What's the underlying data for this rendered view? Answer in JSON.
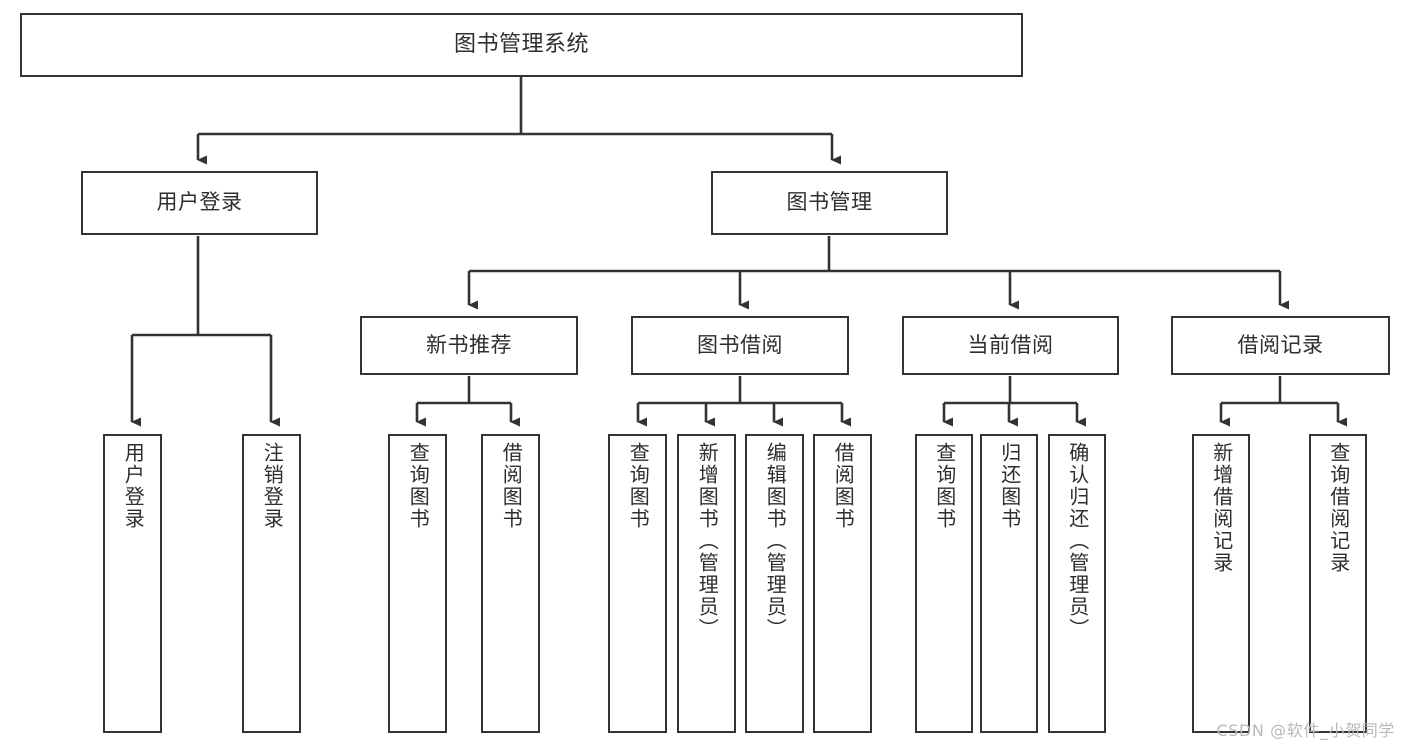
{
  "diagram": {
    "type": "tree-hierarchy-chart",
    "title": "图书管理系统",
    "orientation": "top-down",
    "colors": {
      "background": "#ffffff",
      "box_border": "#333333",
      "box_fill": "#ffffff",
      "text": "#2e2e2e",
      "connector": "#333333",
      "watermark": "#b9b9b9"
    },
    "watermark": "CSDN @软件_小贺同学",
    "root": {
      "label": "图书管理系统"
    },
    "level2": [
      {
        "id": "user-login",
        "label": "用户登录"
      },
      {
        "id": "book-manage",
        "label": "图书管理"
      }
    ],
    "level3": [
      {
        "id": "new-book-recommend",
        "label": "新书推荐",
        "parent": "book-manage"
      },
      {
        "id": "book-borrow",
        "label": "图书借阅",
        "parent": "book-manage"
      },
      {
        "id": "current-borrow",
        "label": "当前借阅",
        "parent": "book-manage"
      },
      {
        "id": "borrow-record",
        "label": "借阅记录",
        "parent": "book-manage"
      }
    ],
    "leaves": {
      "user_login": [
        {
          "id": "leaf-user-login",
          "label": "用户登录"
        },
        {
          "id": "leaf-user-logout",
          "label": "注销登录"
        }
      ],
      "new_book_recommend": [
        {
          "id": "leaf-query-book-1",
          "label": "查询图书"
        },
        {
          "id": "leaf-borrow-book-1",
          "label": "借阅图书"
        }
      ],
      "book_borrow": [
        {
          "id": "leaf-query-book-2",
          "label": "查询图书"
        },
        {
          "id": "leaf-add-book",
          "label": "新增图书（管理员）"
        },
        {
          "id": "leaf-edit-book",
          "label": "编辑图书（管理员）"
        },
        {
          "id": "leaf-borrow-book-2",
          "label": "借阅图书"
        }
      ],
      "current_borrow": [
        {
          "id": "leaf-query-book-3",
          "label": "查询图书"
        },
        {
          "id": "leaf-return-book",
          "label": "归还图书"
        },
        {
          "id": "leaf-confirm-return",
          "label": "确认归还（管理员）"
        }
      ],
      "borrow_record": [
        {
          "id": "leaf-add-record",
          "label": "新增借阅记录"
        },
        {
          "id": "leaf-query-record",
          "label": "查询借阅记录"
        }
      ]
    }
  }
}
